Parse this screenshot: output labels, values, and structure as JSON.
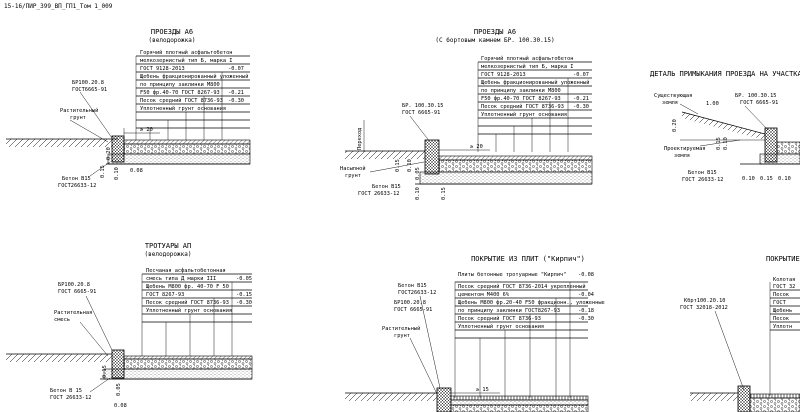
{
  "header": {
    "sheet_code": "15-16/ПИР_399_ВП_ГП1_Том 1_009"
  },
  "section1": {
    "title": "ПРОЕЗДЫ А6",
    "subtitle": "(велодорожка)",
    "layers": [
      "Горячий плотный асфальтобетон",
      "мелкозернистый тип Б, марка I",
      "ГОСТ 9128-2013",
      "Щебень фракционированный уложенный",
      "по принципу заклинки М800",
      "F50 фр.40-70 ГОСТ 8267-93",
      "Песок средний ГОСТ 8736-93",
      "Уплотненный грунт основания"
    ],
    "marks": [
      "-0.07",
      "-0.21",
      "-0.30"
    ],
    "curb": [
      "БР100.20.8",
      "ГОСТ6665-91"
    ],
    "veg": [
      "Растительный",
      "грунт"
    ],
    "concrete": [
      "Бетон В15",
      "ГОСТ26633-12"
    ],
    "dims": [
      "0.20",
      "0.08",
      "0.15",
      "0.10",
      "≥ 20"
    ]
  },
  "section2": {
    "title": "ПРОЕЗДЫ А6",
    "subtitle": "(С бортовым камнем БР. 100.30.15)",
    "layers": [
      "Горячий плотный асфальтобетон",
      "мелкозернистый тип Б, марка I",
      "ГОСТ 9128-2013",
      "Щебень фракционированный уложенный",
      "по принципу заклинки М800",
      "F50 фр.40-70 ГОСТ 8267-93",
      "Песок средний ГОСТ 8736-93",
      "Уплотненный грунт основания"
    ],
    "marks": [
      "-0.07",
      "-0.21",
      "-0.30"
    ],
    "curb": [
      "БР. 100.30.15",
      "ГОСТ 6665-91"
    ],
    "veg": [
      "Насыпной",
      "грунт"
    ],
    "concrete": [
      "Бетон В15",
      "ГОСТ 26633-12"
    ],
    "perehod": "Переход",
    "dims": [
      "0.15",
      "0.10",
      "0.05",
      "0.10",
      "0.15",
      "≥ 20"
    ]
  },
  "section3": {
    "title": "ДЕТАЛЬ ПРИМЫКАНИЯ ПРОЕЗДА НА УЧАСТКАХ ВР",
    "labels": [
      "Существующая",
      "земля",
      "Проектируемая",
      "земля",
      "БР. 100.30.15",
      "ГОСТ 6665-91",
      "Бетон В15",
      "ГОСТ 26633-12"
    ],
    "dims": [
      "1.00",
      "0.20",
      "0.15",
      "0.10",
      "0.10",
      "0.15",
      "0.10",
      "0.10"
    ]
  },
  "section4": {
    "title": "ТРОТУАРЫ АП",
    "subtitle": "(велодорожка)",
    "layers": [
      "Песчаная асфальтобетонная",
      "смесь типа Д марки III",
      "Щебень М800 фр. 40-70 F 50",
      "ГОСТ 8267-93",
      "Песок средний ГОСТ 8736-93",
      "Уплотненный грунт основания"
    ],
    "marks": [
      "-0.05",
      "-0.15",
      "-0.30"
    ],
    "curb": [
      "БР100.20.8",
      "ГОСТ 6665-91"
    ],
    "veg": [
      "Растительная",
      "смесь"
    ],
    "concrete": [
      "Бетон В 15",
      "ГОСТ 26633-12"
    ],
    "dims": [
      "0.15",
      "0.08",
      "0.05"
    ]
  },
  "section5": {
    "title": "ПОКРЫТИЕ ИЗ ПЛИТ (\"Кирпич\")",
    "layers": [
      "Плиты бетонные тротуарные \"Кирпич\"",
      "Песок средний ГОСТ 8736-2014 укрепленный",
      "цементом М400 6%",
      "Щебень М800 фр.20-40 F50 фракционн., уложенные",
      "по принципу заклинки ГОСТ8267-93",
      "Песок средний ГОСТ 8736-93",
      "Уплотненный грунт основания"
    ],
    "marks": [
      "-0.08",
      "-0.04",
      "-0.18",
      "-0.30"
    ],
    "labels": [
      "Бетон В15",
      "ГОСТ26633-12",
      "БР100.20.8",
      "ГОСТ 6665-91",
      "Растительный",
      "грунт"
    ],
    "dims": [
      "≥ 15"
    ]
  },
  "section6": {
    "title": "ПОКРЫТИЕ",
    "labels": [
      "Колотая",
      "ГОСТ 32",
      "Кбрт100.20.10",
      "ГОСТ 32018-2012",
      "Песок",
      "ГОСТ",
      "Щебень",
      "Песок",
      "Уплотн"
    ]
  }
}
